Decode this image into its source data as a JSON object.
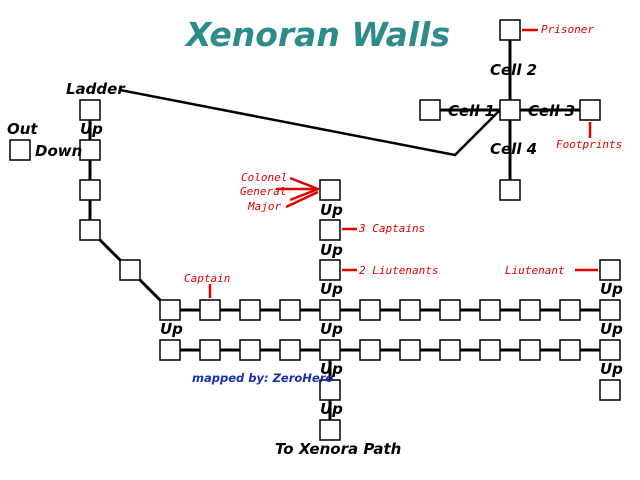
{
  "title": "Xenoran Walls",
  "credit": "mapped by:  ZeroHero",
  "labels": {
    "prisoner": "Prisoner",
    "cell2": "Cell 2",
    "cell1": "Cell 1",
    "cell3": "Cell 3",
    "cell4": "Cell 4",
    "footprints": "Footprints",
    "ladder": "Ladder",
    "out": "Out",
    "up": "Up",
    "down": "Down",
    "colonel": "Colonel",
    "general": "General",
    "major": "Major",
    "three_captains": "3 Captains",
    "two_liutenants": "2 Liutenants",
    "captain": "Captain",
    "liutenant": "Liutenant",
    "to_xenora_path": "To Xenora Path"
  },
  "colors": {
    "title": "#2e8b8b",
    "notes": "#e00000",
    "credit": "#1a2fb0"
  }
}
